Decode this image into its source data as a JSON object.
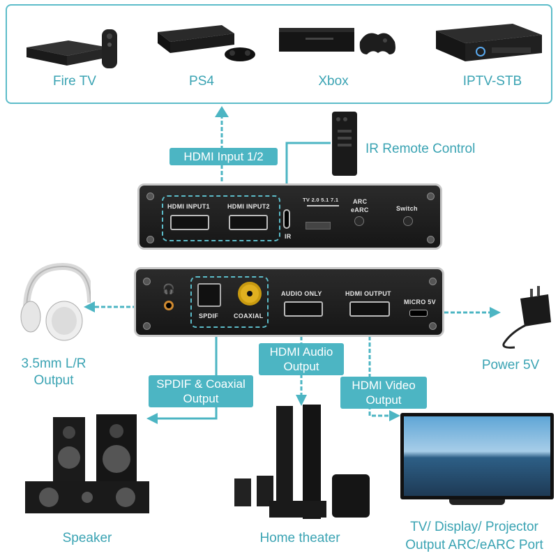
{
  "sources": {
    "fire_tv": "Fire TV",
    "ps4": "PS4",
    "xbox": "Xbox",
    "iptv": "IPTV-STB"
  },
  "callouts": {
    "hdmi_input": "HDMI Input 1/2",
    "ir_remote": "IR Remote Control",
    "hdmi_audio_1": "HDMI Audio",
    "hdmi_audio_2": "Output",
    "spdif_1": "SPDIF & Coaxial",
    "spdif_2": "Output",
    "hdmi_video_1": "HDMI Video",
    "hdmi_video_2": "Output"
  },
  "front_panel": {
    "hdmi1": "HDMI INPUT1",
    "hdmi2": "HDMI INPUT2",
    "ir": "IR",
    "tv": "TV 2.0 5.1 7.1",
    "arc": "ARC",
    "earc": "eARC",
    "switch": "Switch"
  },
  "back_panel": {
    "spdif": "SPDIF",
    "coaxial": "COAXIAL",
    "audio_only": "AUDIO ONLY",
    "hdmi_output": "HDMI OUTPUT",
    "micro5v": "MICRO 5V"
  },
  "outputs": {
    "headphone_1": "3.5mm L/R",
    "headphone_2": "Output",
    "power": "Power 5V",
    "speaker": "Speaker",
    "home_theater": "Home theater",
    "tv_1": "TV/ Display/ Projector",
    "tv_2": "Output ARC/eARC Port"
  },
  "colors": {
    "accent": "#4cb5c3",
    "text": "#3aa3b3",
    "device": "#1e1e1e"
  }
}
